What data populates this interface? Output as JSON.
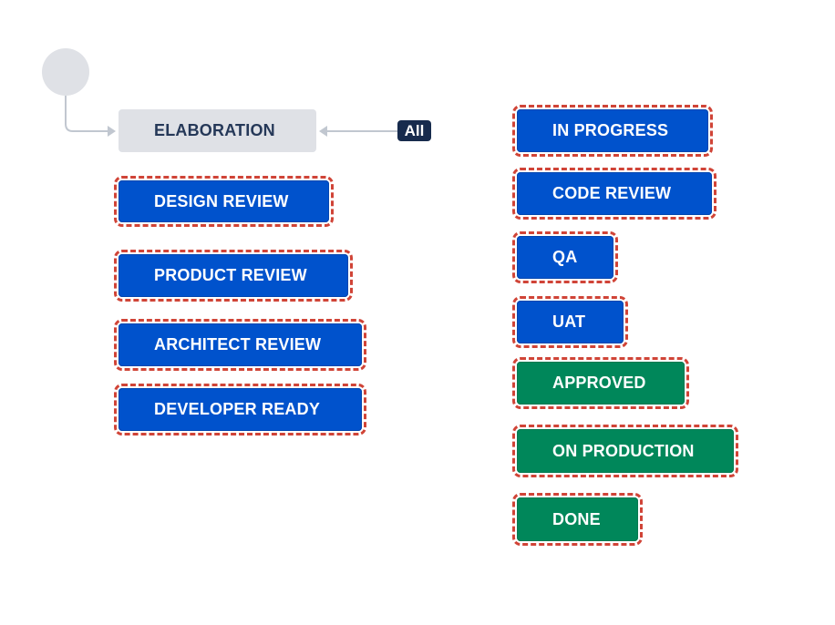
{
  "workflow": {
    "initial_status": {
      "label": "ELABORATION",
      "color": "#dfe1e6"
    },
    "global_transition_badge": "All",
    "statuses_left": [
      {
        "label": "DESIGN REVIEW",
        "category": "in-progress",
        "color": "#0052cc"
      },
      {
        "label": "PRODUCT REVIEW",
        "category": "in-progress",
        "color": "#0052cc"
      },
      {
        "label": "ARCHITECT REVIEW",
        "category": "in-progress",
        "color": "#0052cc"
      },
      {
        "label": "DEVELOPER READY",
        "category": "in-progress",
        "color": "#0052cc"
      }
    ],
    "statuses_right": [
      {
        "label": "IN PROGRESS",
        "category": "in-progress",
        "color": "#0052cc"
      },
      {
        "label": "CODE REVIEW",
        "category": "in-progress",
        "color": "#0052cc"
      },
      {
        "label": "QA",
        "category": "in-progress",
        "color": "#0052cc"
      },
      {
        "label": "UAT",
        "category": "in-progress",
        "color": "#0052cc"
      },
      {
        "label": "APPROVED",
        "category": "done",
        "color": "#00875a"
      },
      {
        "label": "ON PRODUCTION",
        "category": "done",
        "color": "#00875a"
      },
      {
        "label": "DONE",
        "category": "done",
        "color": "#00875a"
      }
    ],
    "selection_outline_color": "#d04437"
  }
}
